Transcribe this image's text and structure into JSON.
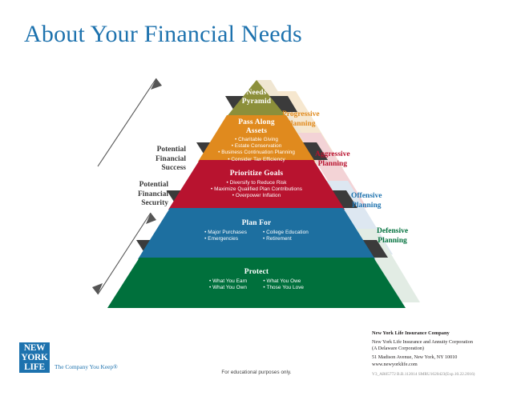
{
  "page": {
    "title": "About Your Financial Needs",
    "caption": "For educational purposes only."
  },
  "colors": {
    "title_blue": "#1d72ae",
    "apex_olive": "#8c8f3a",
    "orange": "#e08a1e",
    "red": "#b8132f",
    "blue": "#1d6fa0",
    "green": "#00703c",
    "shadow": "#3b3b3b",
    "label_gray": "#3b3b3b"
  },
  "pyramid": {
    "bands": [
      {
        "id": "needs-pyramid",
        "title": "Needs\nPyramid",
        "title_lines": [
          "Needs",
          "Pyramid"
        ],
        "color": "#8c8f3a",
        "tint": "#f0e6d2",
        "items": [],
        "columns": []
      },
      {
        "id": "pass-along-assets",
        "title_lines": [
          "Pass Along",
          "Assets"
        ],
        "color": "#e08a1e",
        "tint": "#f6e7cf",
        "items": [
          "Charitable Giving",
          "Estate Conservation",
          "Business Continuation Planning",
          "Consider Tax Efficiency"
        ],
        "columns": []
      },
      {
        "id": "prioritize-goals",
        "title_lines": [
          "Prioritize Goals"
        ],
        "color": "#b8132f",
        "tint": "#f3d3d6",
        "items": [
          "Diversify to Reduce Risk",
          "Maximize Qualified Plan Contributions",
          "Overpower Inflation"
        ],
        "columns": []
      },
      {
        "id": "plan-for",
        "title_lines": [
          "Plan For"
        ],
        "color": "#1d6fa0",
        "tint": "#dde7f1",
        "items": [],
        "columns": [
          [
            "Major Purchases",
            "Emergencies"
          ],
          [
            "College Education",
            "Retirement"
          ]
        ]
      },
      {
        "id": "protect",
        "title_lines": [
          "Protect"
        ],
        "color": "#00703c",
        "tint": "#e2ece4",
        "items": [],
        "columns": [
          [
            "What You Earn",
            "What You Own"
          ],
          [
            "What You Owe",
            "Those You Love"
          ]
        ]
      }
    ],
    "right_labels": [
      {
        "id": "progressive",
        "lines": [
          "Progressive",
          "Planning"
        ],
        "color": "#e08a1e"
      },
      {
        "id": "aggressive",
        "lines": [
          "Aggressive",
          "Planning"
        ],
        "color": "#b8132f"
      },
      {
        "id": "offensive",
        "lines": [
          "Offensive",
          "Planning"
        ],
        "color": "#1d72ae"
      },
      {
        "id": "defensive",
        "lines": [
          "Defensive",
          "Planning"
        ],
        "color": "#00703c"
      }
    ],
    "left_labels": [
      {
        "id": "success",
        "lines": [
          "Potential",
          "Financial",
          "Success"
        ]
      },
      {
        "id": "security",
        "lines": [
          "Potential",
          "Financial",
          "Security"
        ]
      }
    ]
  },
  "footer": {
    "logo": {
      "lines": [
        "NEW",
        "YORK",
        "LIFE"
      ],
      "tagline": "The Company You Keep®"
    },
    "legal": {
      "company": "New York Life Insurance Company",
      "line1": "New York Life Insurance and Annuity Corporation",
      "line2": "(A Delaware Corporation)",
      "address": "51 Madison Avenue, New York, NY 10010",
      "website": "www.newyorklife.com",
      "code": "V3_AR05772 B.B.112014 SMRU1620423(Exp.10.22.2016)"
    }
  }
}
